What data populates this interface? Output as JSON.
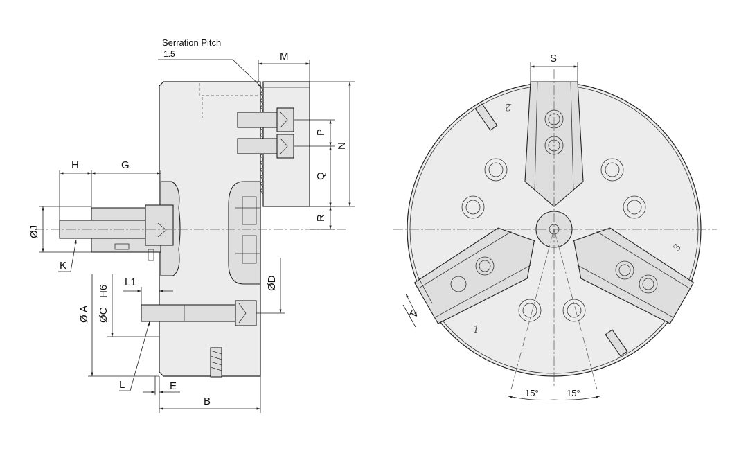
{
  "side_view": {
    "note_title": "Serration Pitch",
    "note_value": "1.5",
    "labels": {
      "M": "M",
      "P": "P",
      "N": "N",
      "Q": "Q",
      "R": "R",
      "H": "H",
      "G": "G",
      "J": "ØJ",
      "K": "K",
      "L1": "L1",
      "H6": "H6",
      "C": "ØC",
      "A": "Ø A",
      "D": "ØD",
      "L": "L",
      "E": "E",
      "B": "B"
    }
  },
  "front_view": {
    "labels": {
      "S": "S",
      "T": "T"
    },
    "angle_left": "15°",
    "angle_right": "15°",
    "jaw_numbers": [
      "1",
      "2",
      "3"
    ]
  }
}
